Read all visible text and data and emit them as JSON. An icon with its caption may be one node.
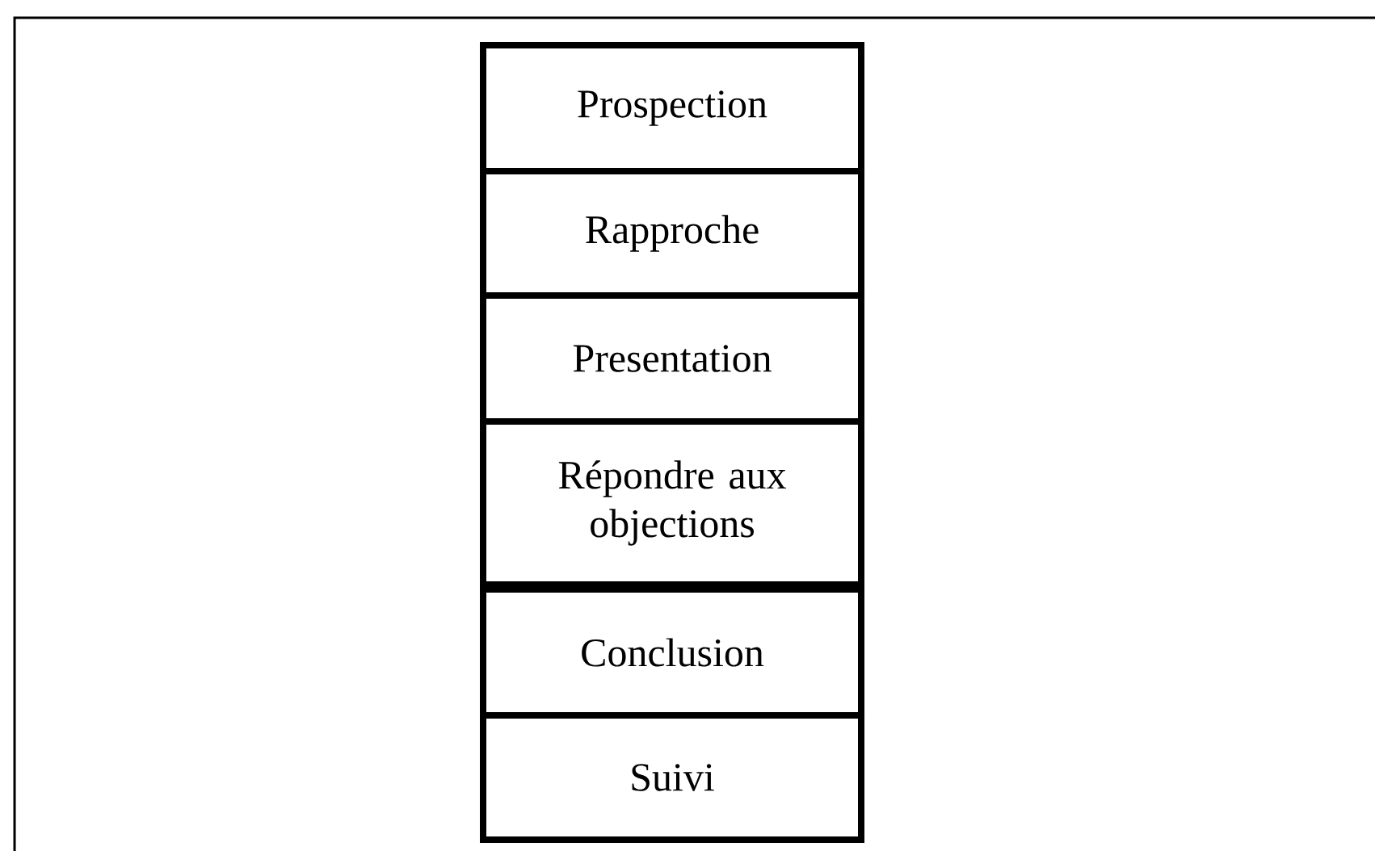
{
  "diagram": {
    "nodes": [
      {
        "text": [
          "Prospection"
        ]
      },
      {
        "text": [
          "Rapproche"
        ]
      },
      {
        "text": [
          "Presentation"
        ]
      },
      {
        "text": [
          "Répondre aux objections"
        ]
      },
      {
        "text": [
          "Conclusion"
        ]
      },
      {
        "text": [
          "Suivi"
        ]
      }
    ]
  }
}
